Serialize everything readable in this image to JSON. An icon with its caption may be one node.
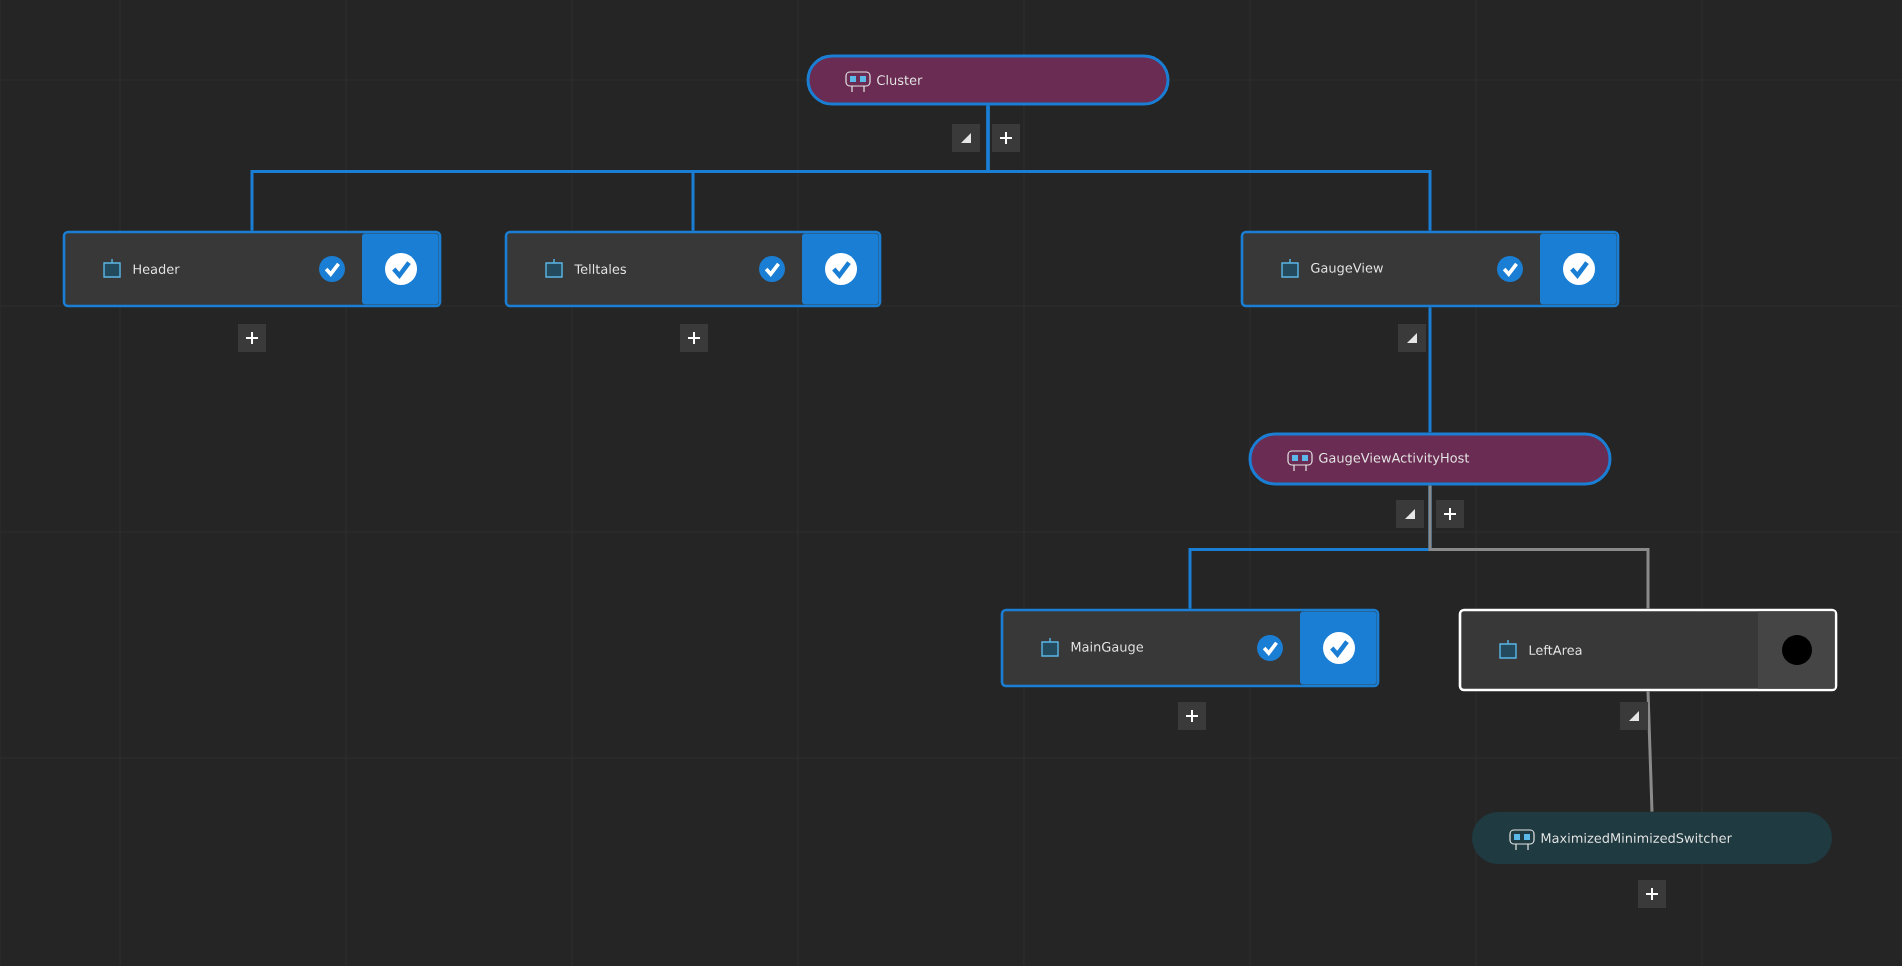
{
  "diagram": {
    "nodes": [
      {
        "text": [
          "Cluster"
        ]
      },
      {
        "text": [
          "Header"
        ]
      },
      {
        "text": [
          "Telltales"
        ]
      },
      {
        "text": [
          "GaugeView"
        ]
      },
      {
        "text": [
          "GaugeViewActivityHost"
        ]
      },
      {
        "text": [
          "MainGauge"
        ]
      },
      {
        "text": [
          "LeftArea"
        ]
      },
      {
        "text": [
          "MaximizedMinimizedSwitcher"
        ]
      }
    ],
    "edges": [
      {
        "from": 0,
        "to": 1,
        "arrow": "none"
      },
      {
        "from": 0,
        "to": 2,
        "arrow": "none"
      },
      {
        "from": 0,
        "to": 3,
        "arrow": "none"
      },
      {
        "from": 3,
        "to": 4,
        "arrow": "none"
      },
      {
        "from": 4,
        "to": 5,
        "arrow": "none"
      },
      {
        "from": 4,
        "to": 6,
        "arrow": "none",
        "color": "#8a8a8a"
      },
      {
        "from": 6,
        "to": 7,
        "arrow": "none",
        "color": "#8a8a8a"
      }
    ]
  }
}
